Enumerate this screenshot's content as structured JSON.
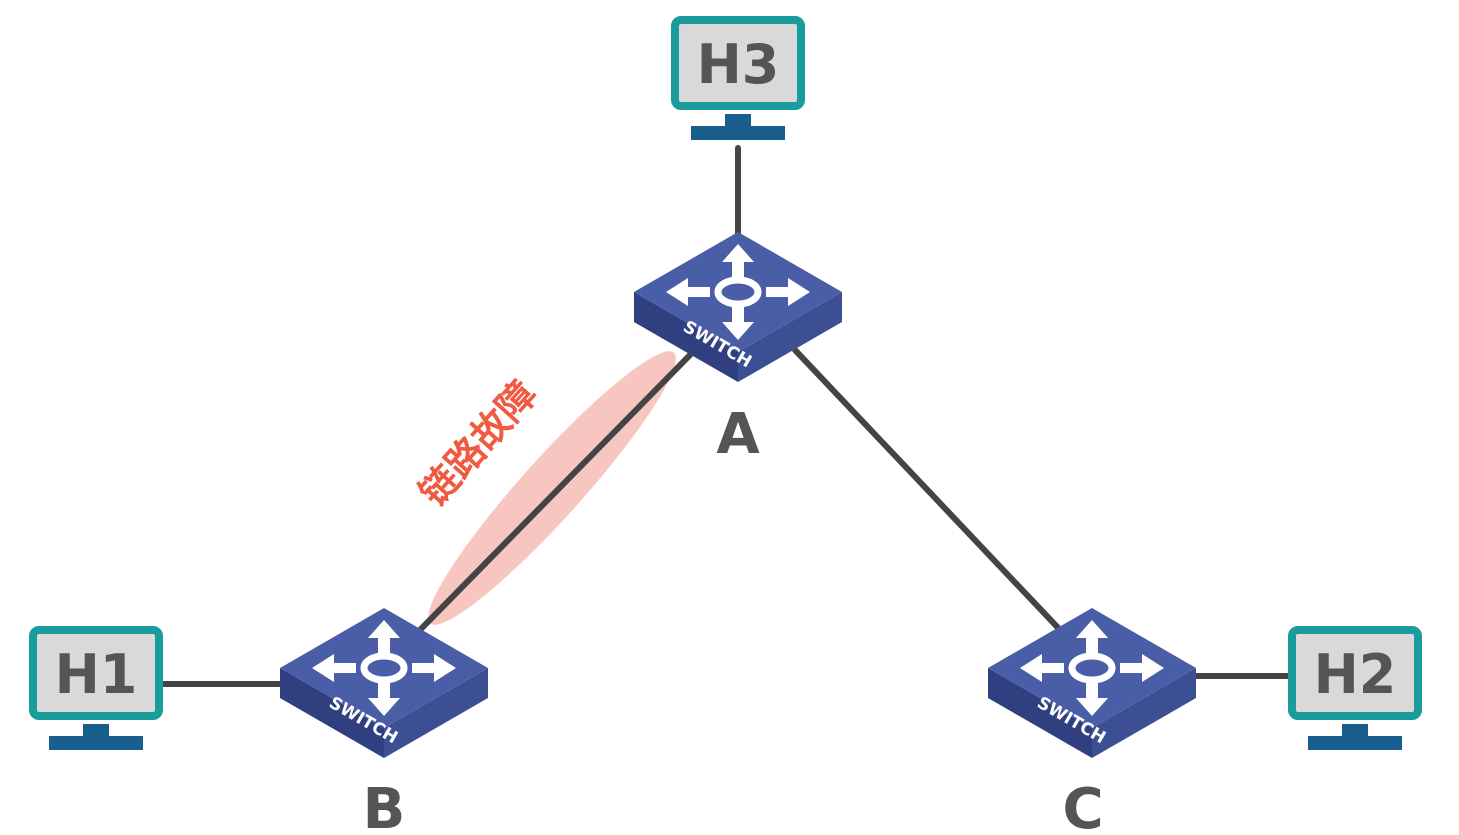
{
  "hosts": {
    "h1": {
      "label": "H1"
    },
    "h2": {
      "label": "H2"
    },
    "h3": {
      "label": "H3"
    }
  },
  "switches": {
    "a": {
      "label": "A",
      "device_text": "SWITCH"
    },
    "b": {
      "label": "B",
      "device_text": "SWITCH"
    },
    "c": {
      "label": "C",
      "device_text": "SWITCH"
    }
  },
  "fault": {
    "label": "链路故障"
  },
  "colors": {
    "switch_top": "#4a5ea8",
    "switch_side_left": "#2f3f7f",
    "switch_side_right": "#3d4f93",
    "arrow": "#ffffff",
    "monitor_border": "#1a9c9c",
    "monitor_screen": "#d9d9d9",
    "monitor_stand": "#1a5d8f",
    "link": "#444444",
    "fault_highlight": "#f6b8b0",
    "fault_text": "#f05a40"
  }
}
